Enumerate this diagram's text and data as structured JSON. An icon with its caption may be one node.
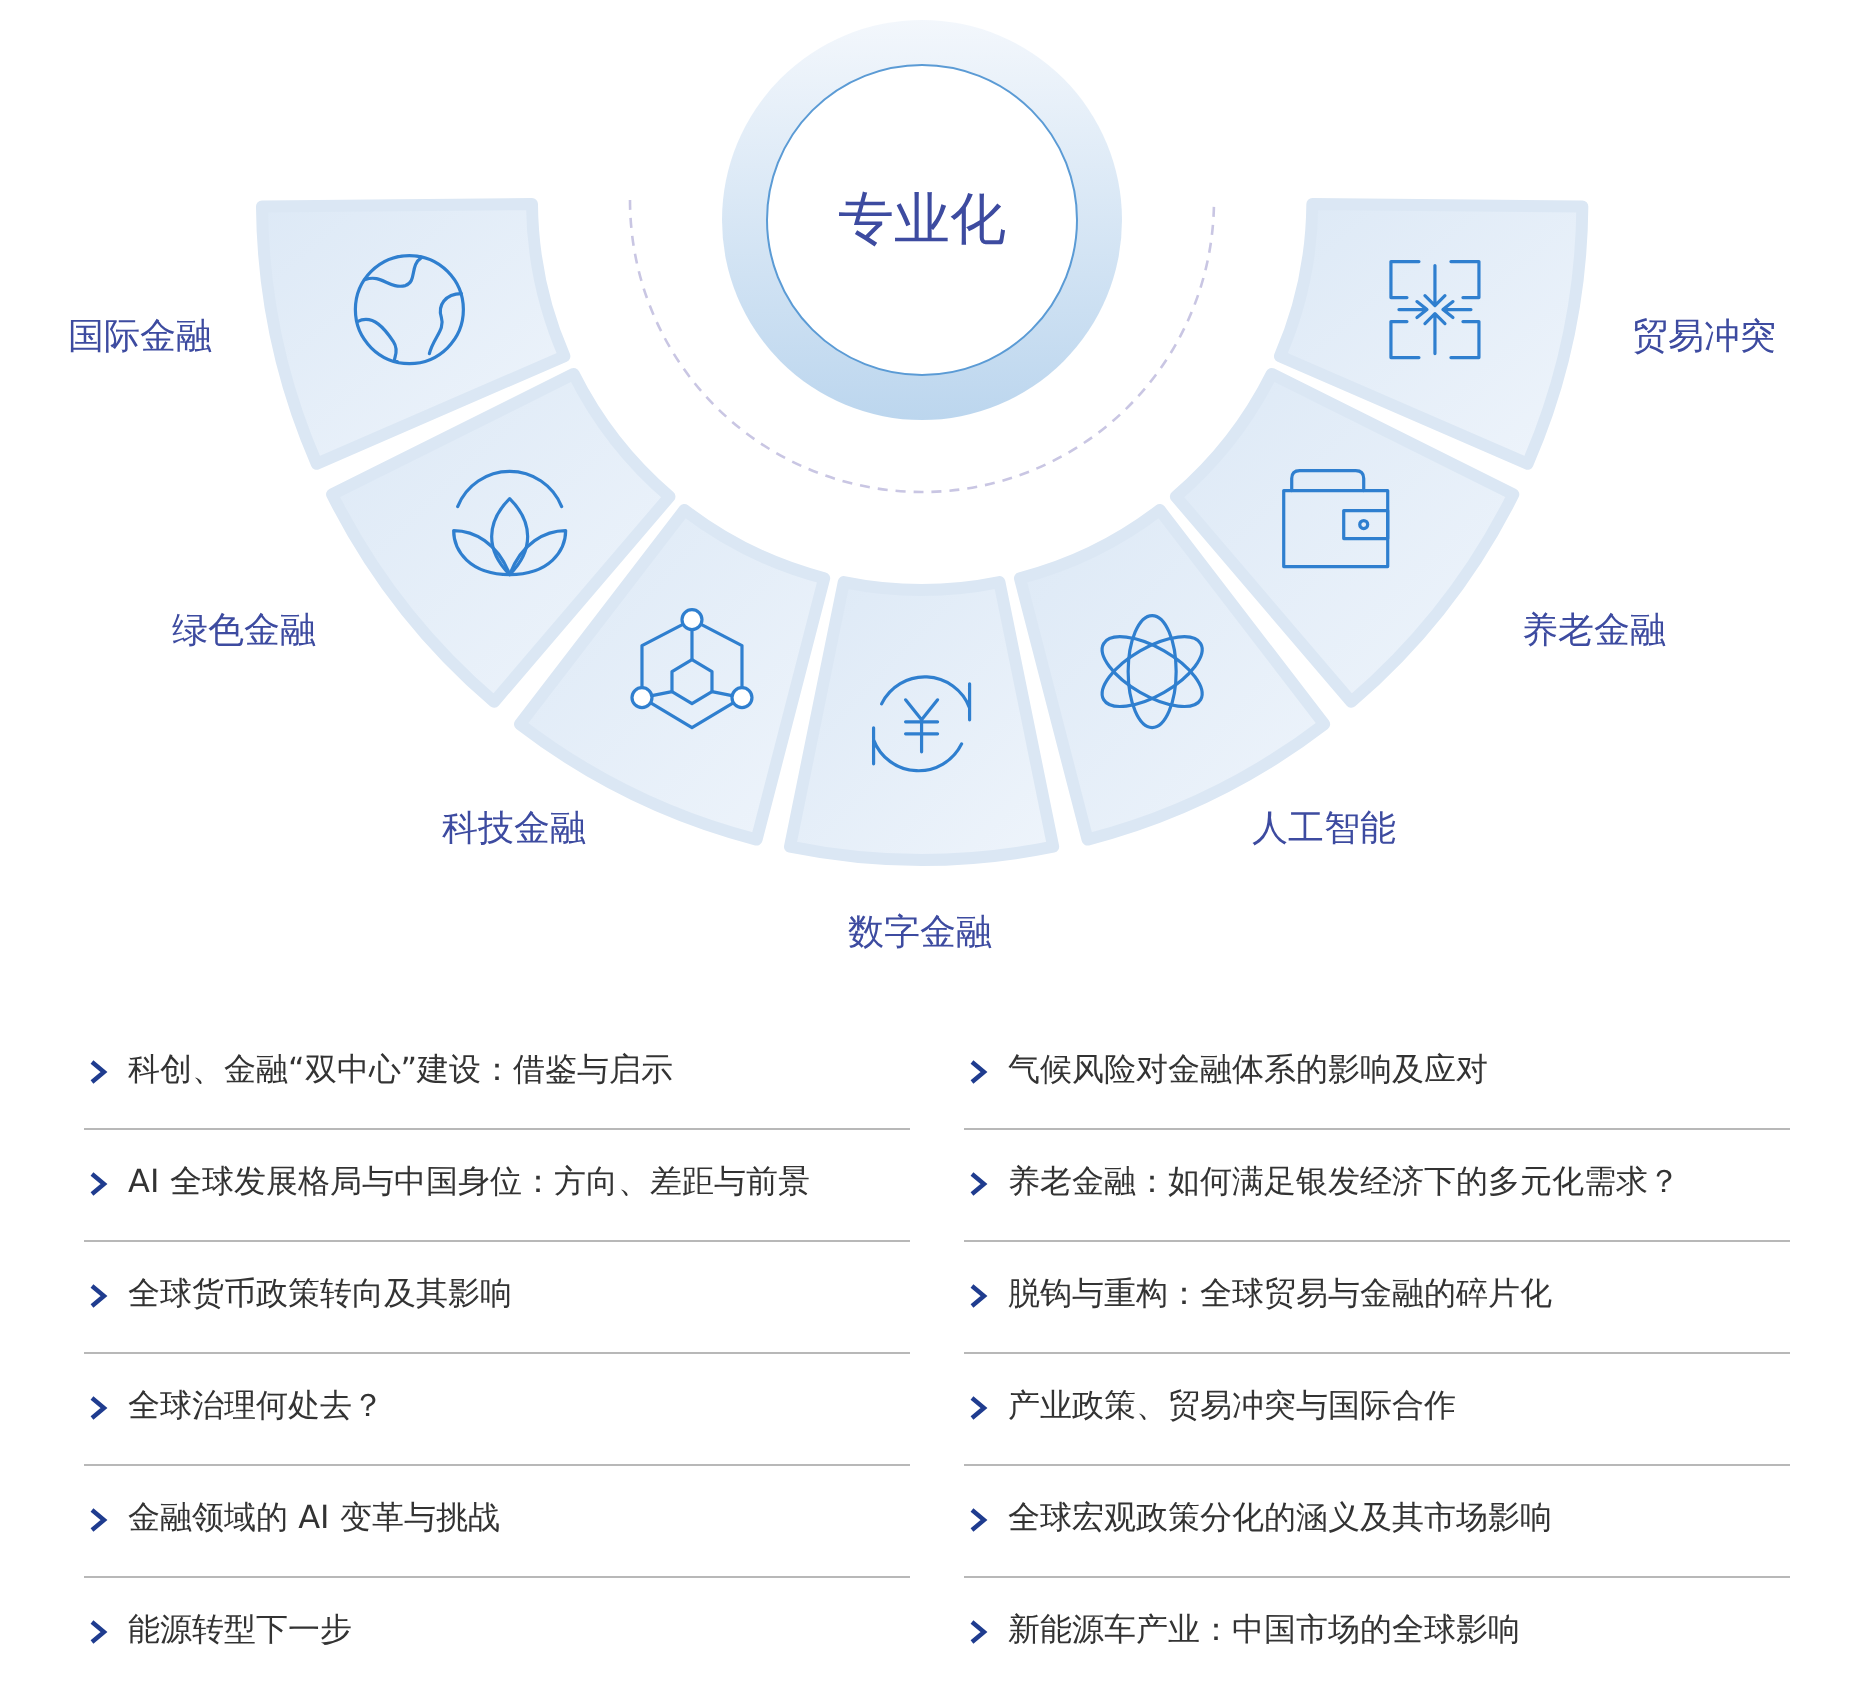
{
  "diagram": {
    "nodes": [
      {
        "text": [
          "专业化"
        ]
      },
      {
        "text": [
          "国际金融"
        ]
      },
      {
        "text": [
          "绿色金融"
        ]
      },
      {
        "text": [
          "科技金融"
        ]
      },
      {
        "text": [
          "数字金融"
        ]
      },
      {
        "text": [
          "人工智能"
        ]
      },
      {
        "text": [
          "养老金融"
        ]
      },
      {
        "text": [
          "贸易冲突"
        ]
      }
    ],
    "labels": [
      "科创、金融“双中心”建设：借鉴与启示",
      "气候风险对金融体系的影响及应对",
      "AI 全球发展格局与中国身位：方向、差距与前景",
      "养老金融：如何满足银发经济下的多元化需求？",
      "全球货币政策转向及其影响",
      "脱钩与重构：全球贸易与金融的碎片化",
      "全球治理何处去？",
      "产业政策、贸易冲突与国际合作",
      "金融领域的 AI 变革与挑战",
      "全球宏观政策分化的涵义及其市场影响",
      "能源转型下一步",
      "新能源车产业：中国市场的全球影响"
    ]
  }
}
